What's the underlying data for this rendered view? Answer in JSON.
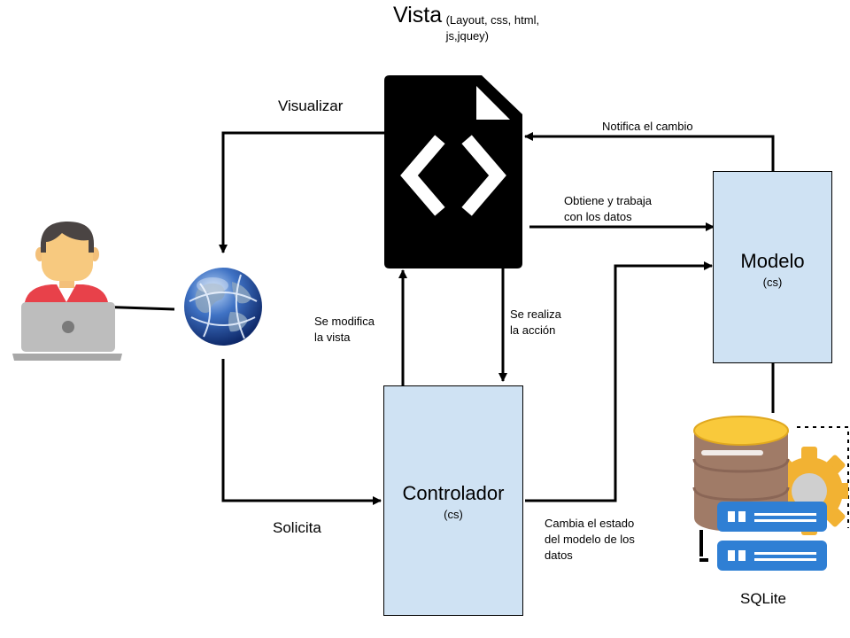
{
  "vista": {
    "title": "Vista",
    "subtitle": "(Layout, css, html, js,jquey)"
  },
  "modelo": {
    "title": "Modelo",
    "subtitle": "(cs)"
  },
  "controlador": {
    "title": "Controlador",
    "subtitle": "(cs)"
  },
  "database": {
    "label": "SQLite"
  },
  "edges": {
    "visualizar": "Visualizar",
    "solicita": "Solicita",
    "notifica": "Notifica el cambio",
    "obtiene": "Obtiene y trabaja\ncon los datos",
    "modifica": "Se modifica\nla vista",
    "realiza": "Se realiza\nla acción",
    "cambia": "Cambia el estado\ndel modelo de los\ndatos"
  },
  "icons": {
    "user": "user-at-laptop-icon",
    "globe": "globe-icon",
    "file": "code-file-icon",
    "db": "database-server-icon"
  },
  "colors": {
    "box_fill": "#cfe2f3",
    "db_gold": "#f9c93b",
    "db_brown": "#a07b67",
    "db_blue": "#2f7fd4",
    "gear": "#f2b233"
  }
}
